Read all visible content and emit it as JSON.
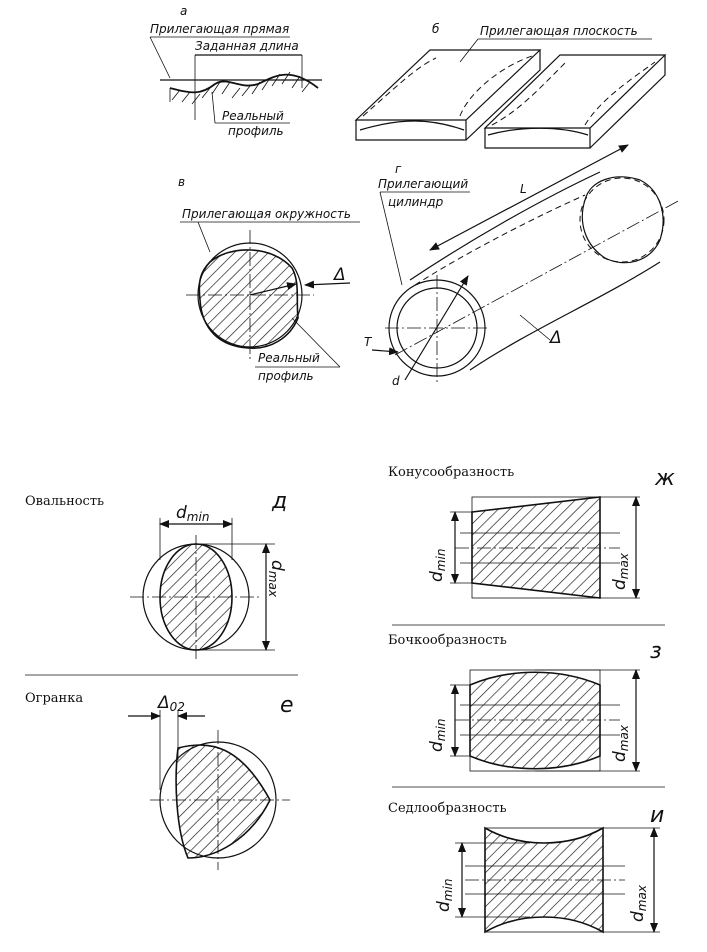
{
  "panel_a": {
    "letter": "а",
    "adjacent_line": "Прилегающая прямая",
    "given_length": "Заданная длина",
    "real_profile_1": "Реальный",
    "real_profile_2": "профиль"
  },
  "panel_b": {
    "letter": "б",
    "adjacent_plane": "Прилегающая плоскость"
  },
  "panel_v": {
    "letter": "в",
    "adjacent_circle": "Прилегающая окружность",
    "delta": "Δ",
    "real_profile_1": "Реальный",
    "real_profile_2": "профиль"
  },
  "panel_g": {
    "letter": "г",
    "adjacent_cyl_1": "Прилегающий",
    "adjacent_cyl_2": "цилиндр",
    "L": "L",
    "T": "T",
    "d": "d",
    "delta": "Δ"
  },
  "panel_d": {
    "title": "Овальность",
    "letter": "д",
    "d_min": "d",
    "d_min_sub": "min",
    "d_max": "d",
    "d_max_sub": "max"
  },
  "panel_e": {
    "title": "Огранка",
    "letter": "е",
    "delta": "Δ",
    "delta_sub": "02"
  },
  "panel_zh": {
    "title": "Конусообразность",
    "letter": "ж",
    "d_min": "d",
    "d_min_sub": "min",
    "d_max": "d",
    "d_max_sub": "max"
  },
  "panel_z": {
    "title": "Бочкообразность",
    "letter": "з",
    "d_min": "d",
    "d_min_sub": "min",
    "d_max": "d",
    "d_max_sub": "max"
  },
  "panel_i": {
    "title": "Седлообразность",
    "letter": "и",
    "d_min": "d",
    "d_min_sub": "min",
    "d_max": "d",
    "d_max_sub": "max"
  }
}
